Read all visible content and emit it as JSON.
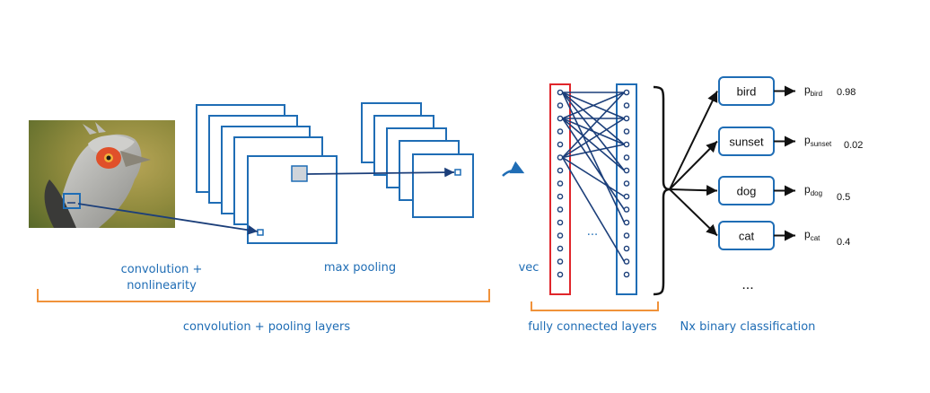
{
  "labels": {
    "convolution": "convolution +",
    "nonlinearity": "nonlinearity",
    "max_pooling": "max pooling",
    "conv_pool_layers": "convolution + pooling layers",
    "vec": "vec",
    "fully_connected": "fully connected layers",
    "nx_binary": "Nx binary classification",
    "hidden_ellipsis": "...",
    "classes_ellipsis": "..."
  },
  "classes": [
    {
      "name": "bird",
      "prob_symbol": "p",
      "prob_sub": "bird",
      "prob_value": "0.98"
    },
    {
      "name": "sunset",
      "prob_symbol": "p",
      "prob_sub": "sunset",
      "prob_value": "0.02"
    },
    {
      "name": "dog",
      "prob_symbol": "p",
      "prob_sub": "dog",
      "prob_value": "0.5"
    },
    {
      "name": "cat",
      "prob_symbol": "p",
      "prob_sub": "cat",
      "prob_value": "0.4"
    }
  ],
  "colors": {
    "blue": "#1f6db5",
    "dark_blue": "#1c3f7a",
    "orange": "#f0923a",
    "red": "#e0262b",
    "black": "#111111"
  },
  "icons": {
    "input_image": "bird-photo",
    "flatten_arrow": "curved-arrow-icon"
  }
}
